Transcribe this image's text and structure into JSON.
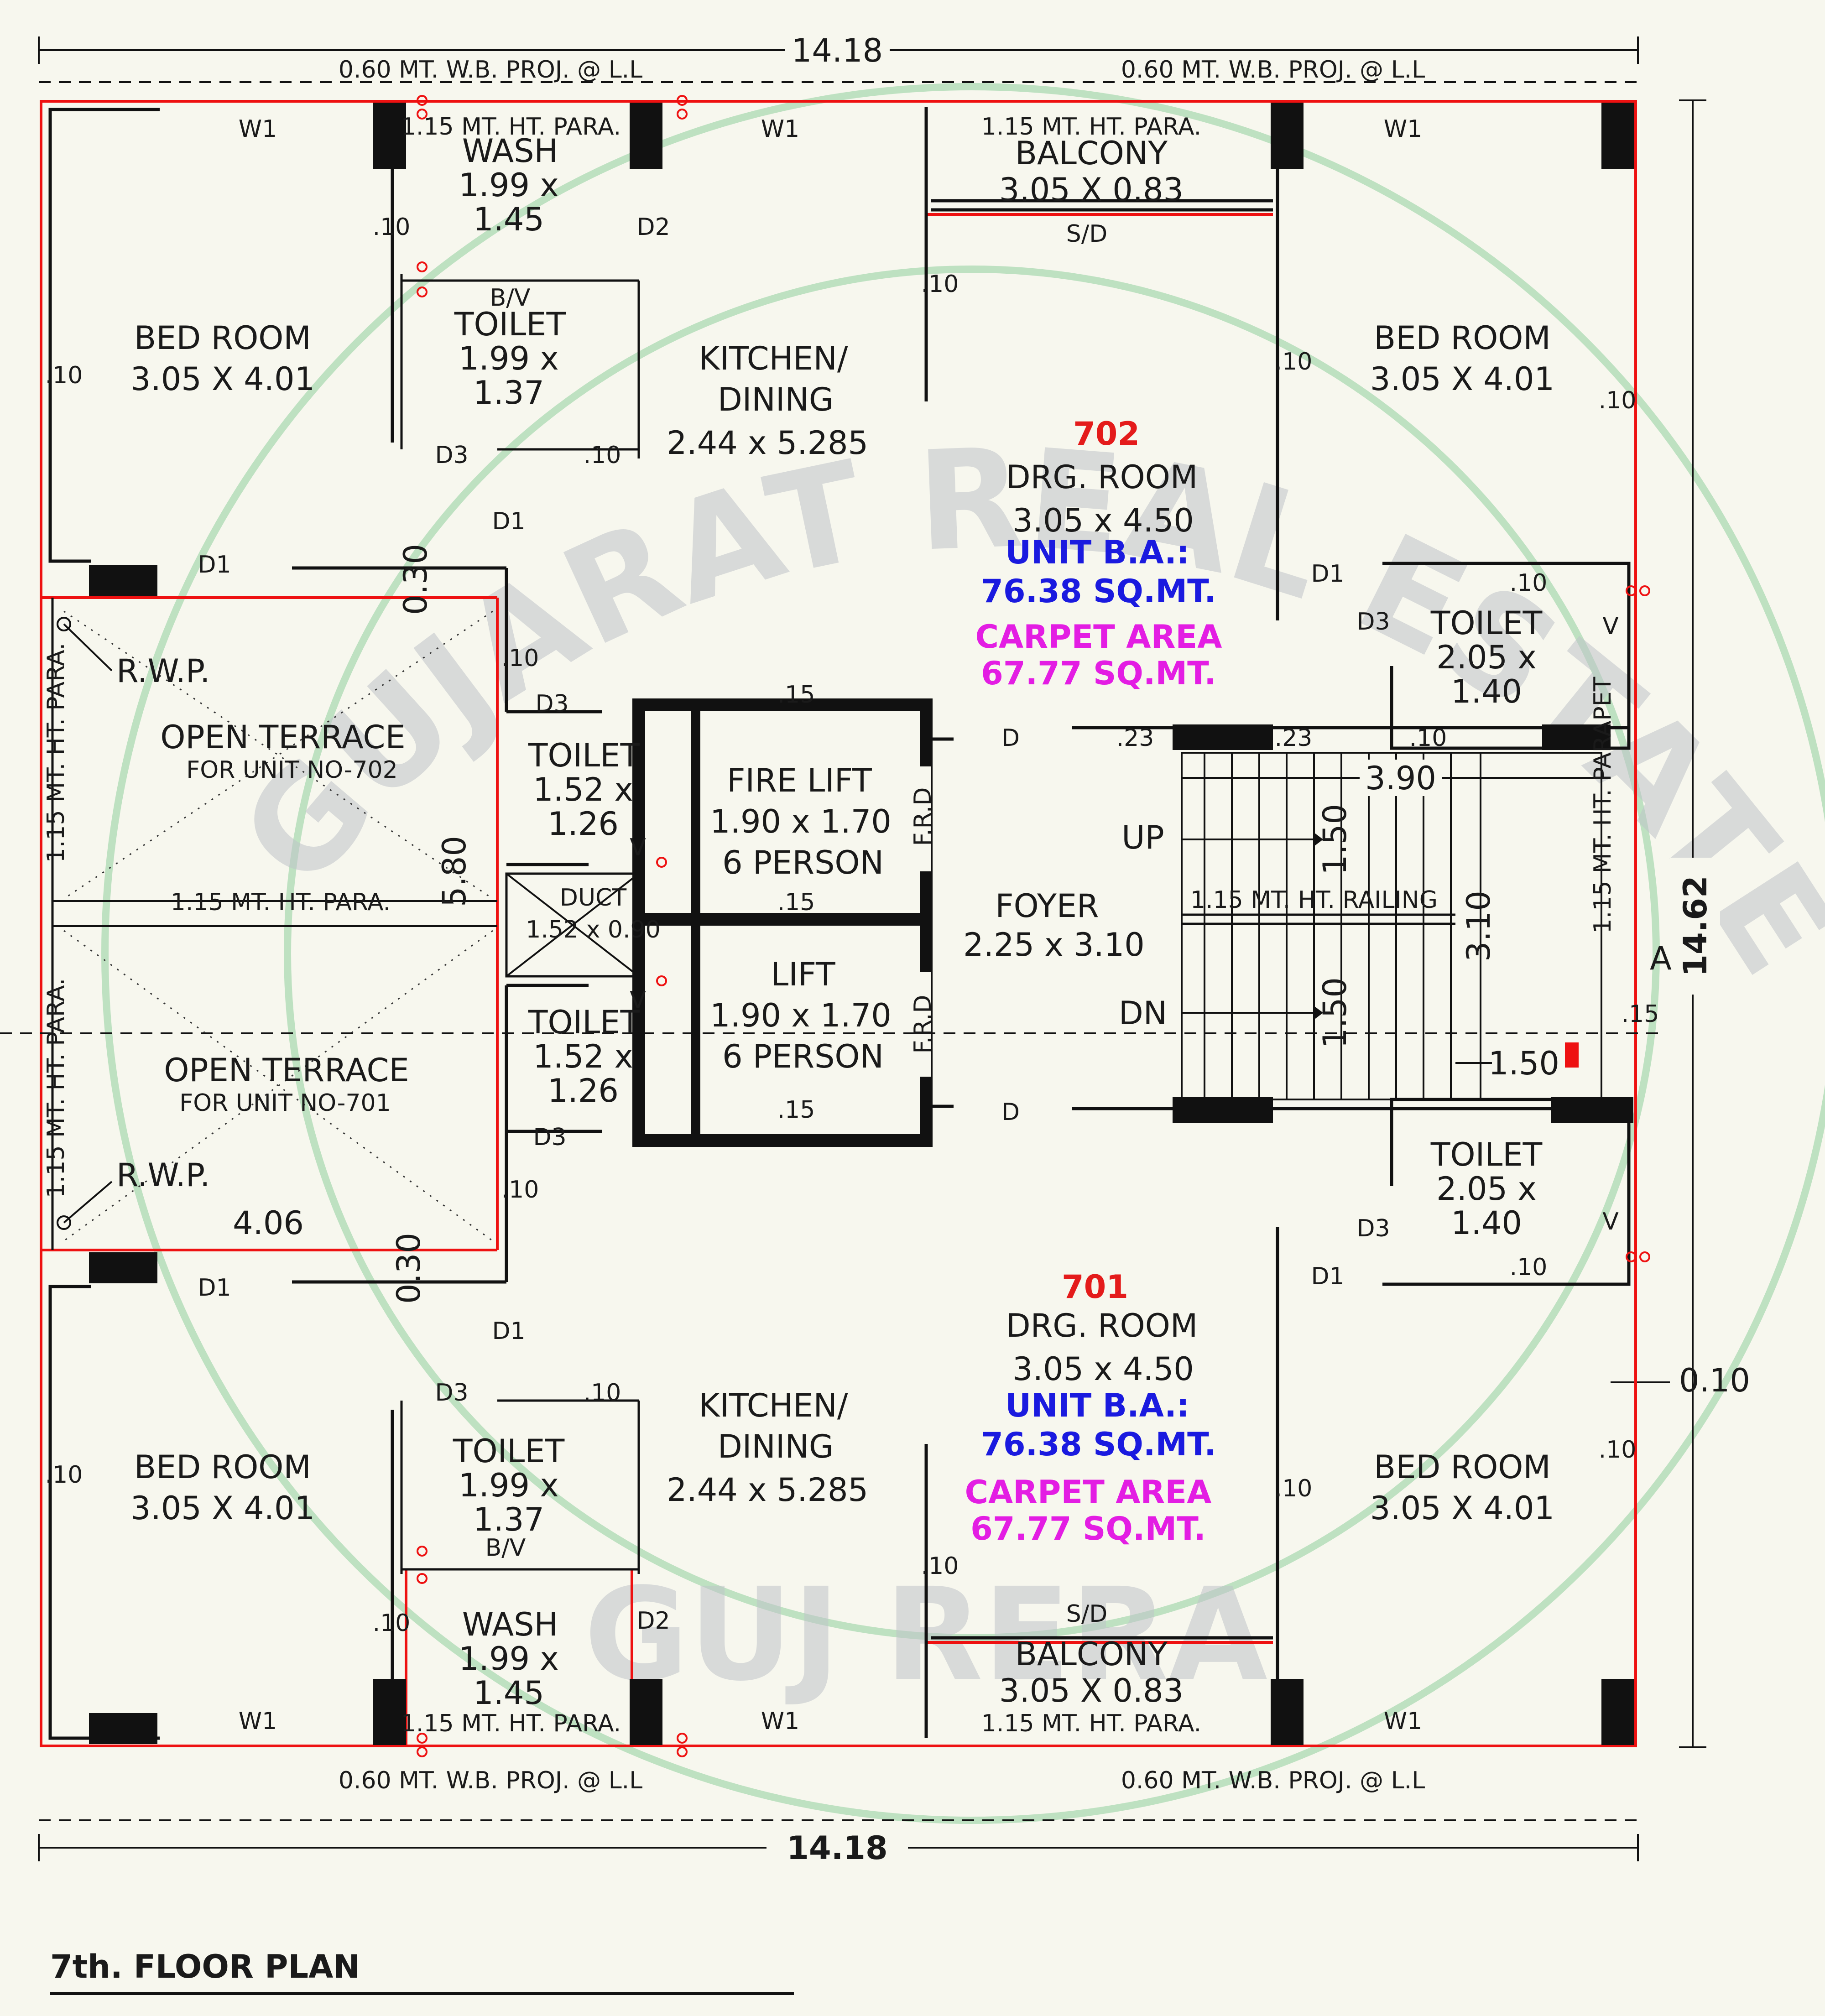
{
  "title": "7th. FLOOR PLAN",
  "dimensions": {
    "overall_width": "14.18",
    "overall_depth": "14.62",
    "right_offset": "0.10",
    "terrace_depth": "5.80",
    "terrace_width": "4.06",
    "stair_width": "3.90",
    "stair_height": "3.10",
    "flight_a": "1.50",
    "flight_b": "1.50",
    "landing": "1.50",
    "wall_15a": ".15",
    "wall_15b": ".15",
    "wall_15c": ".15",
    "wall_15d": ".15",
    "wall_23a": ".23",
    "wall_23b": ".23",
    "wall_10": ".10",
    "wall_30": "0.30"
  },
  "notes": {
    "wb_proj": "0.60 MT. W.B. PROJ. @ L.L",
    "para": "1.15 MT. HT. PARA.",
    "para_short": "1.15 MT. HT. PARA.",
    "parapet": "1.15 MT. HT. PARAPET",
    "railing": "1.15 MT. HT. RAILING",
    "rwp": "R.W.P.",
    "section": "A"
  },
  "doors": {
    "w1": "W1",
    "d1": "D1",
    "d2": "D2",
    "d3": "D3",
    "d": "D",
    "sd": "S/D",
    "bv": "B/V",
    "v": "V",
    "frd": "F.R.D"
  },
  "rooms": {
    "bed_room": {
      "name": "BED ROOM",
      "size": "3.05 X 4.01"
    },
    "wash": {
      "name": "WASH",
      "size_a": "1.99 x",
      "size_b": "1.45"
    },
    "toilet_1": {
      "name": "TOILET",
      "size_a": "1.99 x",
      "size_b": "1.37"
    },
    "toilet_2": {
      "name": "TOILET",
      "size_a": "2.05 x",
      "size_b": "1.40"
    },
    "toilet_3": {
      "name": "TOILET",
      "size_a": "1.52 x",
      "size_b": "1.26"
    },
    "kitchen": {
      "name_a": "KITCHEN/",
      "name_b": "DINING",
      "size": "2.44 x 5.285"
    },
    "balcony": {
      "name": "BALCONY",
      "size": "3.05 X 0.83"
    },
    "drawing": {
      "name": "DRG. ROOM",
      "size": "3.05 x 4.50"
    },
    "fire_lift": {
      "name": "FIRE LIFT",
      "size": "1.90 x 1.70",
      "cap": "6 PERSON"
    },
    "lift": {
      "name": "LIFT",
      "size": "1.90 x 1.70",
      "cap": "6 PERSON"
    },
    "duct": {
      "name": "DUCT",
      "size": "1.52 x 0.90"
    },
    "foyer": {
      "name": "FOYER",
      "size": "2.25 x 3.10"
    },
    "stair": {
      "up": "UP",
      "dn": "DN"
    },
    "terrace_702": {
      "name": "OPEN TERRACE",
      "sub": "FOR UNIT NO-702"
    },
    "terrace_701": {
      "name": "OPEN TERRACE",
      "sub": "FOR UNIT NO-701"
    }
  },
  "units": [
    {
      "no": "702",
      "ba_label": "UNIT B.A.:",
      "ba_value": "76.38 SQ.MT.",
      "carpet_label": "CARPET AREA",
      "carpet_value": "67.77 SQ.MT."
    },
    {
      "no": "701",
      "ba_label": "UNIT B.A.:",
      "ba_value": "76.38 SQ.MT.",
      "carpet_label": "CARPET AREA",
      "carpet_value": "67.77 SQ.MT."
    }
  ],
  "watermark": {
    "text": "GUJARAT REAL ESTATE REGULATORY AUTHORITY",
    "short": "GUJ RERA"
  },
  "colors": {
    "unit_no": "#e41b1b",
    "built_area": "#1a1adf",
    "carpet": "#e31de3",
    "boundary": "#e11111",
    "seal": "#8fcf9c"
  }
}
